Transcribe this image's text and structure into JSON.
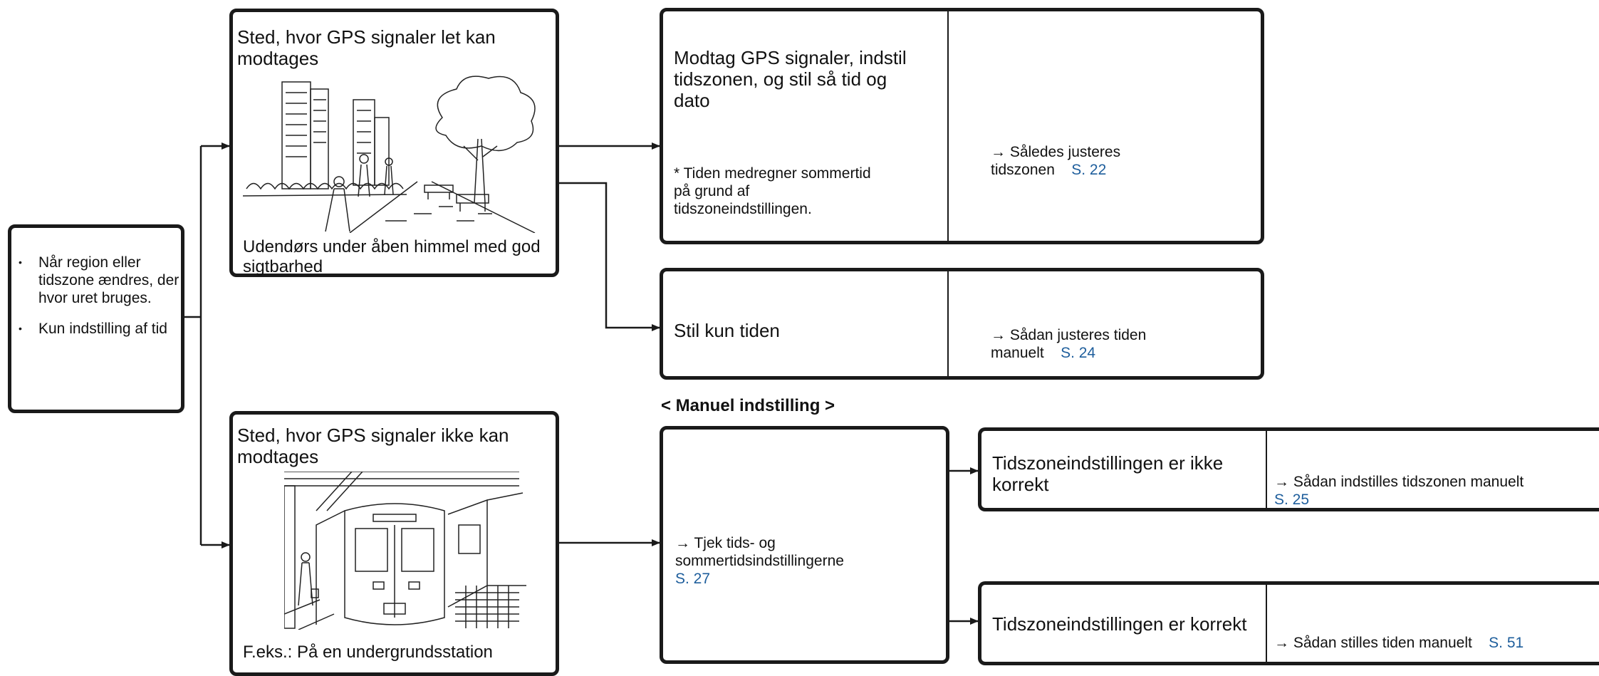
{
  "start": {
    "items": [
      "Når region eller\ntidszone ændres,\nder hvor uret\nbruges.",
      "Kun indstilling af\ntid"
    ]
  },
  "gps_ok": {
    "title": "Sted, hvor GPS signaler let kan\nmodtages",
    "caption": "Udendørs under åben himmel med god\nsigtbarhed"
  },
  "gps_no": {
    "title": "Sted, hvor GPS signaler ikke kan\nmodtages",
    "caption": "F.eks.: På en undergrundsstation"
  },
  "receive": {
    "main": "Modtag GPS signaler, indstil\ntidszonen, og stil så tid og\ndato",
    "note": "* Tiden medregner sommertid\npå grund af\ntidszoneindstillingen.",
    "ref_text": "→ Således justeres\ntidszonen",
    "ref_page": "S. 22"
  },
  "time_only": {
    "main": "Stil kun tiden",
    "ref_text": "→ Sådan justeres tiden\nmanuelt",
    "ref_page": "S. 24"
  },
  "manual": {
    "heading": "< Manuel indstilling >",
    "check_text": "→ Tjek tids- og\nsommertidsindstillingerne",
    "check_page": "S. 27"
  },
  "tz_wrong": {
    "main": "Tidszoneindstillingen er ikke\nkorrekt",
    "ref_text": "→ Sådan indstilles tidszonen manuelt",
    "ref_page": "S. 25"
  },
  "tz_ok": {
    "main": "Tidszoneindstillingen er korrekt",
    "ref_text": "→ Sådan stilles tiden manuelt",
    "ref_page": "S. 51"
  },
  "colors": {
    "link": "#1e5e9c",
    "border": "#1a1a1a"
  }
}
